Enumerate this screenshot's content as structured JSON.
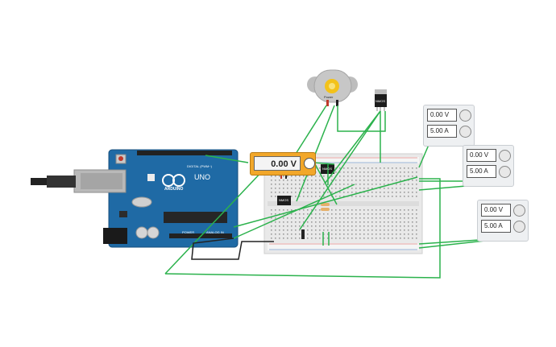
{
  "multimeter": {
    "reading": "0.00 V"
  },
  "psu1": {
    "voltage": "0.00 V",
    "current": "5.00 A"
  },
  "psu2": {
    "voltage": "0.00 V",
    "current": "5.00 A"
  },
  "psu3": {
    "voltage": "0.00 V",
    "current": "5.00 A"
  },
  "motor": {
    "label": "Power"
  },
  "mosfet_top": {
    "label": "NMOS"
  },
  "mosfet_mid": {
    "label": "NMOS"
  },
  "mosfet_left": {
    "label": "NMOS"
  },
  "arduino": {
    "brand": "ARDUINO",
    "model": "UNO",
    "digital_label": "DIGITAL (PWM~)",
    "power_label": "POWER",
    "analog_label": "ANALOG IN"
  },
  "colors": {
    "wire": "#2bb24c",
    "board": "#1f6aa5",
    "multimeter": "#f2a72a"
  }
}
